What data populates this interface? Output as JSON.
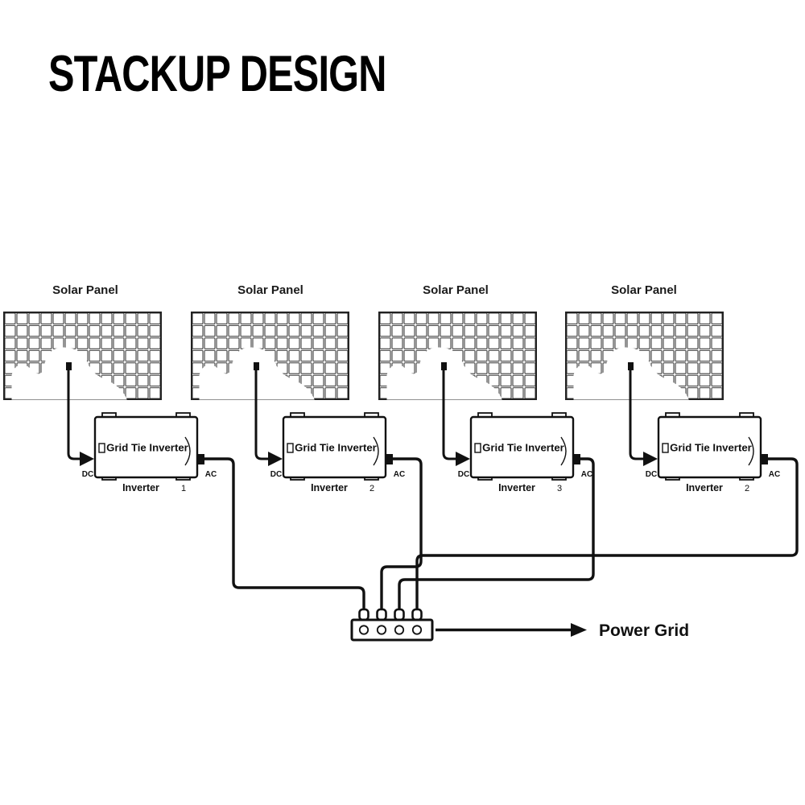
{
  "title": "STACKUP DESIGN",
  "panels": [
    {
      "label": "Solar Panel"
    },
    {
      "label": "Solar Panel"
    },
    {
      "label": "Solar Panel"
    },
    {
      "label": "Solar Panel"
    }
  ],
  "inverters": [
    {
      "box_label": "Grid Tie Inverter",
      "dc_label": "DC",
      "ac_label": "AC",
      "name": "Inverter",
      "number": "1"
    },
    {
      "box_label": "Grid Tie Inverter",
      "dc_label": "DC",
      "ac_label": "AC",
      "name": "Inverter",
      "number": "2"
    },
    {
      "box_label": "Grid Tie Inverter",
      "dc_label": "DC",
      "ac_label": "AC",
      "name": "Inverter",
      "number": "3"
    },
    {
      "box_label": "Grid Tie Inverter",
      "dc_label": "DC",
      "ac_label": "AC",
      "name": "Inverter",
      "number": "2"
    }
  ],
  "output": {
    "label": "Power Grid"
  },
  "colors": {
    "ink": "#111111",
    "background": "#ffffff"
  }
}
